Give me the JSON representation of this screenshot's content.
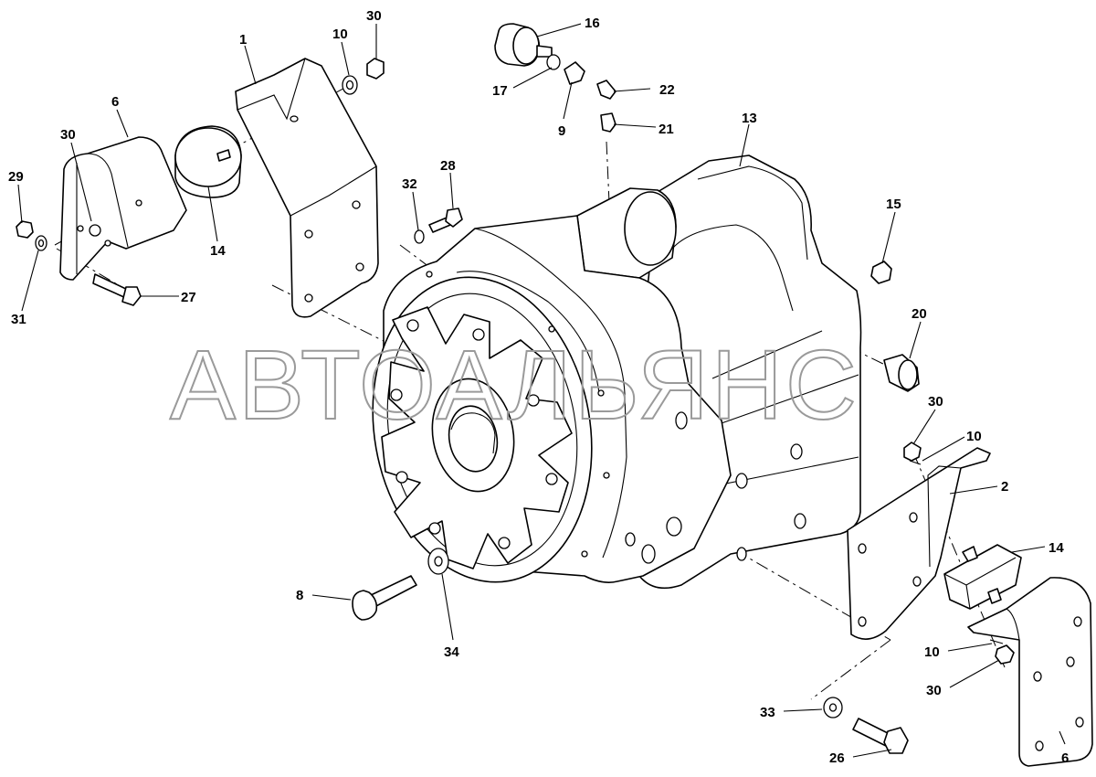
{
  "watermark": "АВТОАЛЬЯНС",
  "callouts": {
    "c1": "1",
    "c10a": "10",
    "c30a": "30",
    "c16": "16",
    "c17": "17",
    "c22": "22",
    "c9": "9",
    "c21": "21",
    "c13": "13",
    "c6a": "6",
    "c30b": "30",
    "c29": "29",
    "c31": "31",
    "c14a": "14",
    "c27": "27",
    "c32": "32",
    "c28": "28",
    "c15": "15",
    "c20": "20",
    "c30c": "30",
    "c10b": "10",
    "c2": "2",
    "c14b": "14",
    "c8": "8",
    "c34": "34",
    "c10c": "10",
    "c30d": "30",
    "c33": "33",
    "c26": "26",
    "c6b": "6"
  }
}
